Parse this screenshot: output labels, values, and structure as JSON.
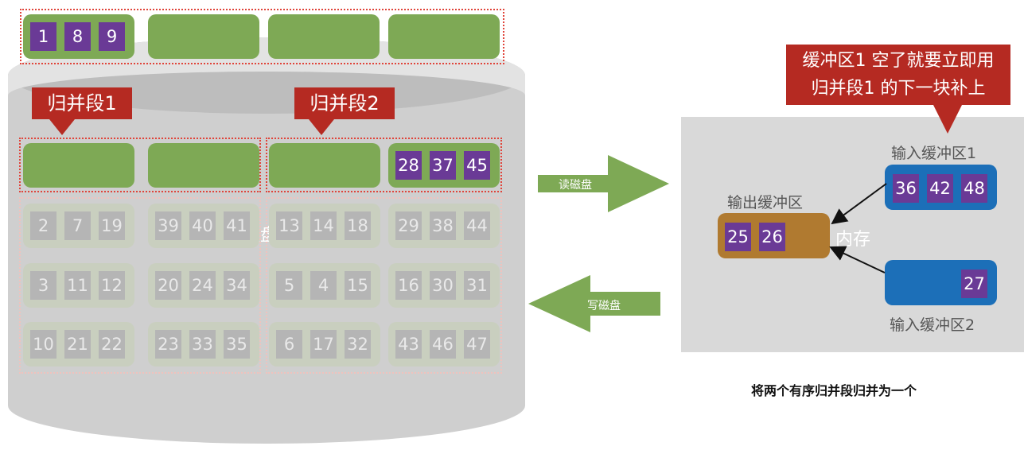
{
  "disk": {
    "label": "磁盘",
    "top_row": [
      [
        "1",
        "8",
        "9"
      ],
      [],
      [],
      []
    ],
    "segment1_label": "归并段1",
    "segment2_label": "归并段2",
    "active_row": [
      [],
      [],
      [],
      [
        "28",
        "37",
        "45"
      ]
    ],
    "faded_rows": [
      [
        [
          "2",
          "7",
          "19"
        ],
        [
          "39",
          "40",
          "41"
        ],
        [
          "13",
          "14",
          "18"
        ],
        [
          "29",
          "38",
          "44"
        ]
      ],
      [
        [
          "3",
          "11",
          "12"
        ],
        [
          "20",
          "24",
          "34"
        ],
        [
          "5",
          "4",
          "15"
        ],
        [
          "16",
          "30",
          "31"
        ]
      ],
      [
        [
          "10",
          "21",
          "22"
        ],
        [
          "23",
          "33",
          "35"
        ],
        [
          "6",
          "17",
          "32"
        ],
        [
          "43",
          "46",
          "47"
        ]
      ]
    ]
  },
  "arrows": {
    "read_label": "读磁盘",
    "write_label": "写磁盘"
  },
  "memory": {
    "label": "内存",
    "output_buffer": {
      "label": "输出缓冲区",
      "values": [
        "25",
        "26"
      ]
    },
    "input_buffer1": {
      "label": "输入缓冲区1",
      "values": [
        "36",
        "42",
        "48"
      ]
    },
    "input_buffer2": {
      "label": "输入缓冲区2",
      "values": [
        "27"
      ]
    },
    "callout_lines": [
      "缓冲区1 空了就要立即用",
      "归并段1 的下一块补上"
    ]
  },
  "caption": "将两个有序归并段归并为一个",
  "colors": {
    "block_green": "#7ea955",
    "cell_purple": "#6a3a96",
    "callout_red": "#b52a22",
    "buffer_blue": "#1c6fb8",
    "buffer_orange": "#b07a30",
    "memory_gray": "#d9d9d9",
    "disk_gray": "#cfcfcf"
  }
}
